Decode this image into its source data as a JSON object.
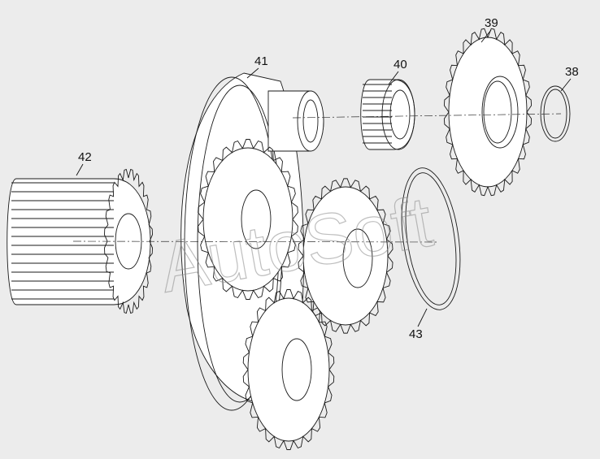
{
  "diagram": {
    "callouts": [
      {
        "id": "38",
        "label": "38"
      },
      {
        "id": "39",
        "label": "39"
      },
      {
        "id": "40",
        "label": "40"
      },
      {
        "id": "41",
        "label": "41"
      },
      {
        "id": "42",
        "label": "42"
      },
      {
        "id": "43",
        "label": "43"
      }
    ],
    "watermark": "AutoSoft",
    "colors": {
      "background": "#ececec",
      "line": "#1a1a1a",
      "face": "#ffffff",
      "watermark": "#8a8a8a"
    }
  }
}
